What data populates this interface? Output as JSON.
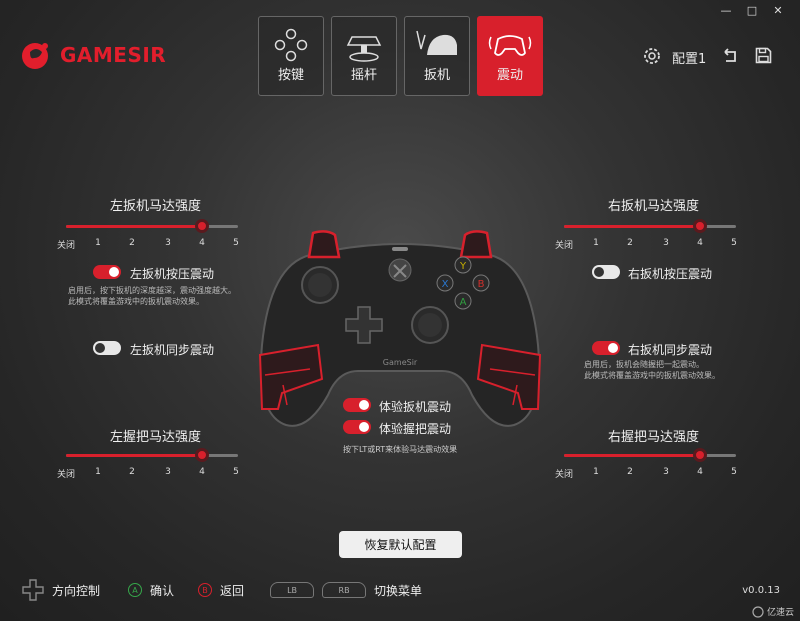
{
  "window": {
    "minimize": "—",
    "maximize": "□",
    "close": "✕"
  },
  "brand": {
    "name": "GAMESIR",
    "color": "#e21e2c"
  },
  "tabs": [
    {
      "label": "按键",
      "icon": "dpad-icon",
      "active": false
    },
    {
      "label": "摇杆",
      "icon": "joystick-icon",
      "active": false
    },
    {
      "label": "扳机",
      "icon": "trigger-icon",
      "active": false
    },
    {
      "label": "震动",
      "icon": "vibration-icon",
      "active": true
    }
  ],
  "header": {
    "config_name": "配置1",
    "icons": [
      "gear-icon",
      "undo-icon",
      "save-icon"
    ]
  },
  "left": {
    "trigger_motor": {
      "title": "左扳机马达强度",
      "value": 4,
      "ticks": [
        "关闭",
        "1",
        "2",
        "3",
        "4",
        "5"
      ]
    },
    "press_vibration": {
      "label": "左扳机按压震动",
      "on": true,
      "desc_line1": "启用后，按下扳机的深度越深，震动强度越大。",
      "desc_line2": "此模式将覆盖游戏中的扳机震动效果。"
    },
    "sync_vibration": {
      "label": "左扳机同步震动",
      "on": false
    },
    "grip_motor": {
      "title": "左握把马达强度",
      "value": 4,
      "ticks": [
        "关闭",
        "1",
        "2",
        "3",
        "4",
        "5"
      ]
    }
  },
  "right": {
    "trigger_motor": {
      "title": "右扳机马达强度",
      "value": 4,
      "ticks": [
        "关闭",
        "1",
        "2",
        "3",
        "4",
        "5"
      ]
    },
    "press_vibration": {
      "label": "右扳机按压震动",
      "on": false
    },
    "sync_vibration": {
      "label": "右扳机同步震动",
      "on": true,
      "desc_line1": "启用后，扳机会随握把一起震动。",
      "desc_line2": "此模式将覆盖游戏中的扳机震动效果。"
    },
    "grip_motor": {
      "title": "右握把马达强度",
      "value": 4,
      "ticks": [
        "关闭",
        "1",
        "2",
        "3",
        "4",
        "5"
      ]
    }
  },
  "center": {
    "test_trigger": {
      "label": "体验扳机震动",
      "on": true
    },
    "test_grip": {
      "label": "体验握把震动",
      "on": true
    },
    "hint": "按下LT或RT来体验马达震动效果",
    "controller_brand": "GameSir",
    "face_buttons": {
      "y": "Y",
      "x": "X",
      "b": "B",
      "a": "A"
    }
  },
  "reset_button": "恢复默认配置",
  "footer": {
    "dpad_label": "方向控制",
    "a_key": "A",
    "a_label": "确认",
    "b_key": "B",
    "b_label": "返回",
    "lb": "LB",
    "rb": "RB",
    "switch_label": "切换菜单"
  },
  "version": "v0.0.13",
  "watermark": "亿速云"
}
